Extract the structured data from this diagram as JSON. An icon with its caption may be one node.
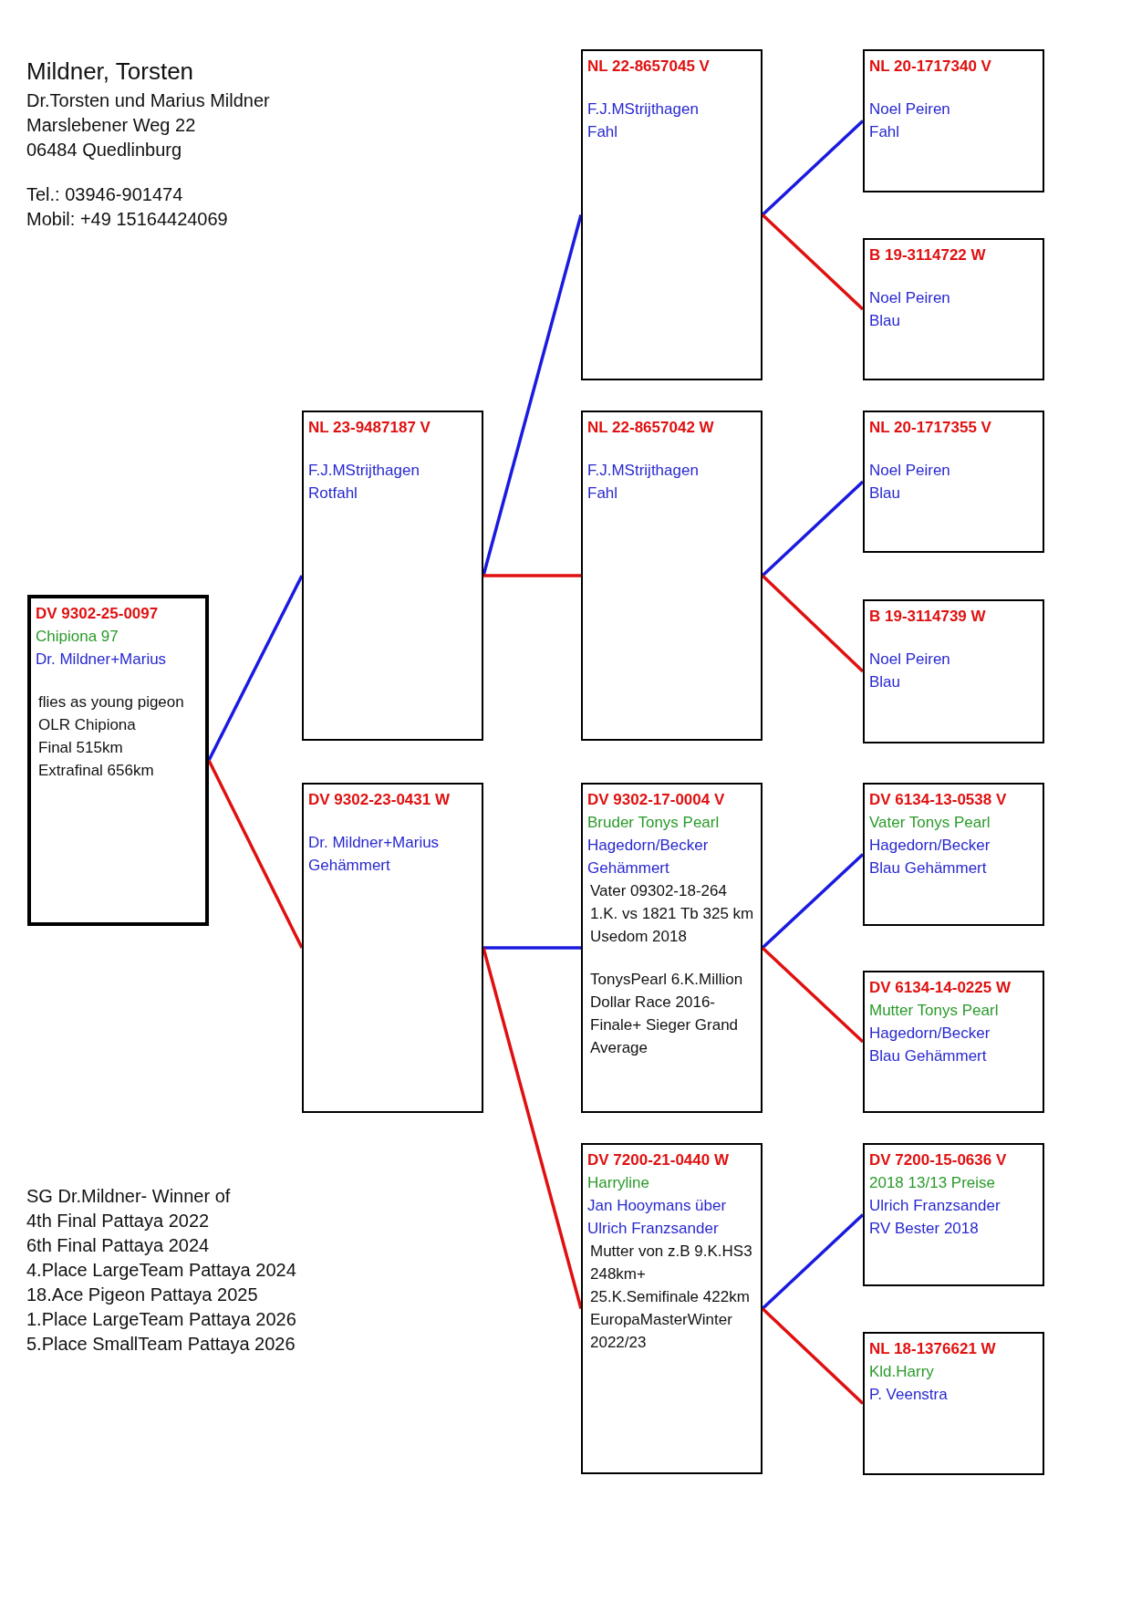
{
  "diagram": {
    "nodes": [
      {
        "text": [
          "DV 9302-25-0097",
          "Chipiona 97",
          "Dr. Mildner+Marius",
          "flies as young pigeon",
          "OLR Chipiona",
          "Final 515km",
          "Extrafinal 656km"
        ]
      },
      {
        "text": [
          "NL 23-9487187 V",
          "F.J.MStrijthagen",
          "Rotfahl"
        ]
      },
      {
        "text": [
          "DV 9302-23-0431 W",
          "Dr. Mildner+Marius",
          "Gehämmert"
        ]
      },
      {
        "text": [
          "NL 22-8657045 V",
          "F.J.MStrijthagen",
          "Fahl"
        ]
      },
      {
        "text": [
          "NL 22-8657042 W",
          "F.J.MStrijthagen",
          "Fahl"
        ]
      },
      {
        "text": [
          "DV 9302-17-0004 V",
          "Bruder Tonys Pearl",
          "Hagedorn/Becker",
          "Gehämmert",
          "Vater 09302-18-264 1.K. vs 1821 Tb 325 km Usedom 2018",
          "TonysPearl 6.K.Million Dollar Race 2016- Finale+ Sieger Grand Average"
        ]
      },
      {
        "text": [
          "DV 7200-21-0440 W",
          "Harryline",
          "Jan Hooymans über",
          "Ulrich Franzsander",
          "Mutter von z.B 9.K.HS3 248km+ 25.K.Semifinale 422km EuropaMasterWinter 2022/23"
        ]
      },
      {
        "text": [
          "NL 20-1717340 V",
          "Noel Peiren",
          "Fahl"
        ]
      },
      {
        "text": [
          "B 19-3114722 W",
          "Noel Peiren",
          "Blau"
        ]
      },
      {
        "text": [
          "NL 20-1717355 V",
          "Noel Peiren",
          "Blau"
        ]
      },
      {
        "text": [
          "B 19-3114739 W",
          "Noel Peiren",
          "Blau"
        ]
      },
      {
        "text": [
          "DV 6134-13-0538 V",
          "Vater Tonys Pearl",
          "Hagedorn/Becker",
          "Blau Gehämmert"
        ]
      },
      {
        "text": [
          "DV 6134-14-0225 W",
          "Mutter Tonys Pearl",
          "Hagedorn/Becker",
          "Blau Gehämmert"
        ]
      },
      {
        "text": [
          "DV 7200-15-0636 V",
          "2018 13/13 Preise",
          "Ulrich Franzsander",
          "RV Bester 2018"
        ]
      },
      {
        "text": [
          "NL 18-1376621 W",
          "Kld.Harry",
          "P. Veenstra"
        ]
      }
    ],
    "edges": [
      {
        "from": 0,
        "to": 1,
        "arrow": "none"
      },
      {
        "from": 0,
        "to": 2,
        "arrow": "none",
        "color": "#e01010"
      },
      {
        "from": 1,
        "to": 3,
        "arrow": "none"
      },
      {
        "from": 1,
        "to": 4,
        "arrow": "none",
        "color": "#e01010"
      },
      {
        "from": 2,
        "to": 5,
        "arrow": "none"
      },
      {
        "from": 2,
        "to": 6,
        "arrow": "none",
        "color": "#e01010"
      },
      {
        "from": 3,
        "to": 7,
        "arrow": "none"
      },
      {
        "from": 3,
        "to": 8,
        "arrow": "none",
        "color": "#e01010"
      },
      {
        "from": 4,
        "to": 9,
        "arrow": "none"
      },
      {
        "from": 4,
        "to": 10,
        "arrow": "none",
        "color": "#e01010"
      },
      {
        "from": 5,
        "to": 11,
        "arrow": "none"
      },
      {
        "from": 5,
        "to": 12,
        "arrow": "none",
        "color": "#e01010"
      },
      {
        "from": 6,
        "to": 13,
        "arrow": "none"
      },
      {
        "from": 6,
        "to": 14,
        "arrow": "none",
        "color": "#e01010"
      }
    ],
    "labels": [
      "Mildner, Torsten",
      "Dr.Torsten und Marius Mildner",
      "Marslebener Weg 22",
      "06484 Quedlinburg",
      "Tel.: 03946-901474",
      "Mobil: +49 15164424069",
      "SG Dr.Mildner- Winner of",
      "4th Final Pattaya 2022",
      "6th Final Pattaya 2024",
      "4.Place LargeTeam Pattaya 2024",
      "18.Ace Pigeon Pattaya 2025",
      "1.Place LargeTeam Pattaya 2026",
      "5.Place SmallTeam Pattaya 2026"
    ]
  }
}
